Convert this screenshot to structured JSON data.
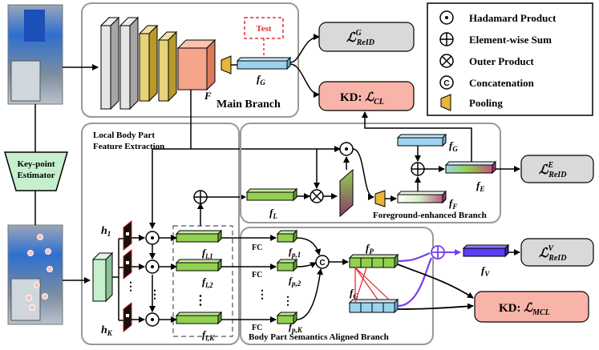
{
  "legend": {
    "items": [
      {
        "icon": "hadamard-product-icon",
        "label": "Hadamard Product"
      },
      {
        "icon": "element-wise-sum-icon",
        "label": "Element-wise Sum"
      },
      {
        "icon": "outer-product-icon",
        "label": "Outer Product"
      },
      {
        "icon": "concatenation-icon",
        "label": "Concatenation"
      },
      {
        "icon": "pooling-icon",
        "label": "Pooling"
      }
    ]
  },
  "main_branch": {
    "title": "Main Branch",
    "test_label": "Test",
    "feature_map": "F",
    "global_feature": "f",
    "global_feature_sub": "G"
  },
  "keypoint": {
    "line1": "Key-point",
    "line2": "Estimator"
  },
  "local": {
    "title_line1": "Local Body Part",
    "title_line2": "Feature Extraction",
    "h1": "h",
    "h1_sub": "1",
    "hK": "h",
    "hK_sub": "K",
    "fl1": "f",
    "fl1_sub": "l,1",
    "fl2": "f",
    "fl2_sub": "l,2",
    "flK": "f",
    "flK_sub": "l,K",
    "fL": "f",
    "fL_sub": "L"
  },
  "foreground": {
    "title": "Foreground-enhanced Branch",
    "fG": "f",
    "fG_sub": "G",
    "fF": "f",
    "fF_sub": "F",
    "fE": "f",
    "fE_sub": "E"
  },
  "semantics": {
    "title": "Body Part Semantics Aligned Branch",
    "fc": "FC",
    "fp1": "f",
    "fp1_sub": "p,1",
    "fp2": "f",
    "fp2_sub": "p,2",
    "fpK": "f",
    "fpK_sub": "p,K",
    "fP": "f",
    "fP_sub": "P",
    "fG": "f",
    "fG_sub": "G",
    "fV": "f",
    "fV_sub": "V"
  },
  "losses": {
    "reid_G": {
      "L": "ℒ",
      "sup": "G",
      "sub": "ReID"
    },
    "kd_cl": {
      "prefix": "KD: ",
      "L": "ℒ",
      "sub": "CL"
    },
    "reid_E": {
      "L": "ℒ",
      "sup": "E",
      "sub": "ReID"
    },
    "reid_V": {
      "L": "ℒ",
      "sup": "V",
      "sub": "ReID"
    },
    "kd_mcl": {
      "prefix": "KD: ",
      "L": "ℒ",
      "sub": "MCL"
    }
  },
  "colors": {
    "loss_gray": "#d9d9d9",
    "loss_pink": "#f8b4a8",
    "feature_green": "#92d050",
    "feature_blue": "#9dd3ee",
    "pooling_gold": "#e8b53a",
    "violet_line": "#7a3cf0"
  }
}
